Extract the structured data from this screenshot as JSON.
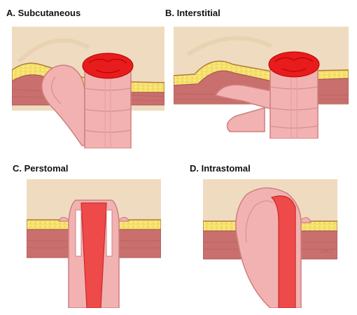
{
  "panels": [
    {
      "id": "A",
      "label": "A. Subcutaneous"
    },
    {
      "id": "B",
      "label": "B. Interstitial"
    },
    {
      "id": "C",
      "label": "C. Perstomal"
    },
    {
      "id": "D",
      "label": "D. Intrastomal"
    }
  ],
  "signature": "DBJ",
  "colors": {
    "skin": "#efdcc0",
    "fat": "#f5e06a",
    "fat_outline": "#b07a3a",
    "muscle": "#c9706f",
    "bowel": "#f2b2b2",
    "bowel_outline": "#cf7e7e",
    "stoma_mucosa": "#e81c1c",
    "inner_lumen": "#ee4a4a"
  }
}
